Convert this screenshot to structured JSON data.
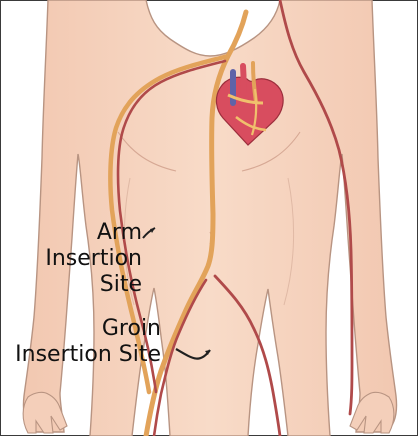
{
  "diagram": {
    "labels": {
      "arm_insertion": [
        "Arm",
        "Insertion",
        "Site"
      ],
      "groin_insertion": [
        "Groin",
        "Insertion Site"
      ]
    },
    "colors": {
      "skin": "#f6d5c0",
      "skin_outline": "#b89482",
      "artery": "#e2a35a",
      "vein": "#b04a4a",
      "heart": "#d84d5f",
      "vessels_blue": "#5f63a8",
      "frame": "#3a3a3a",
      "label_text": "#111111"
    }
  }
}
